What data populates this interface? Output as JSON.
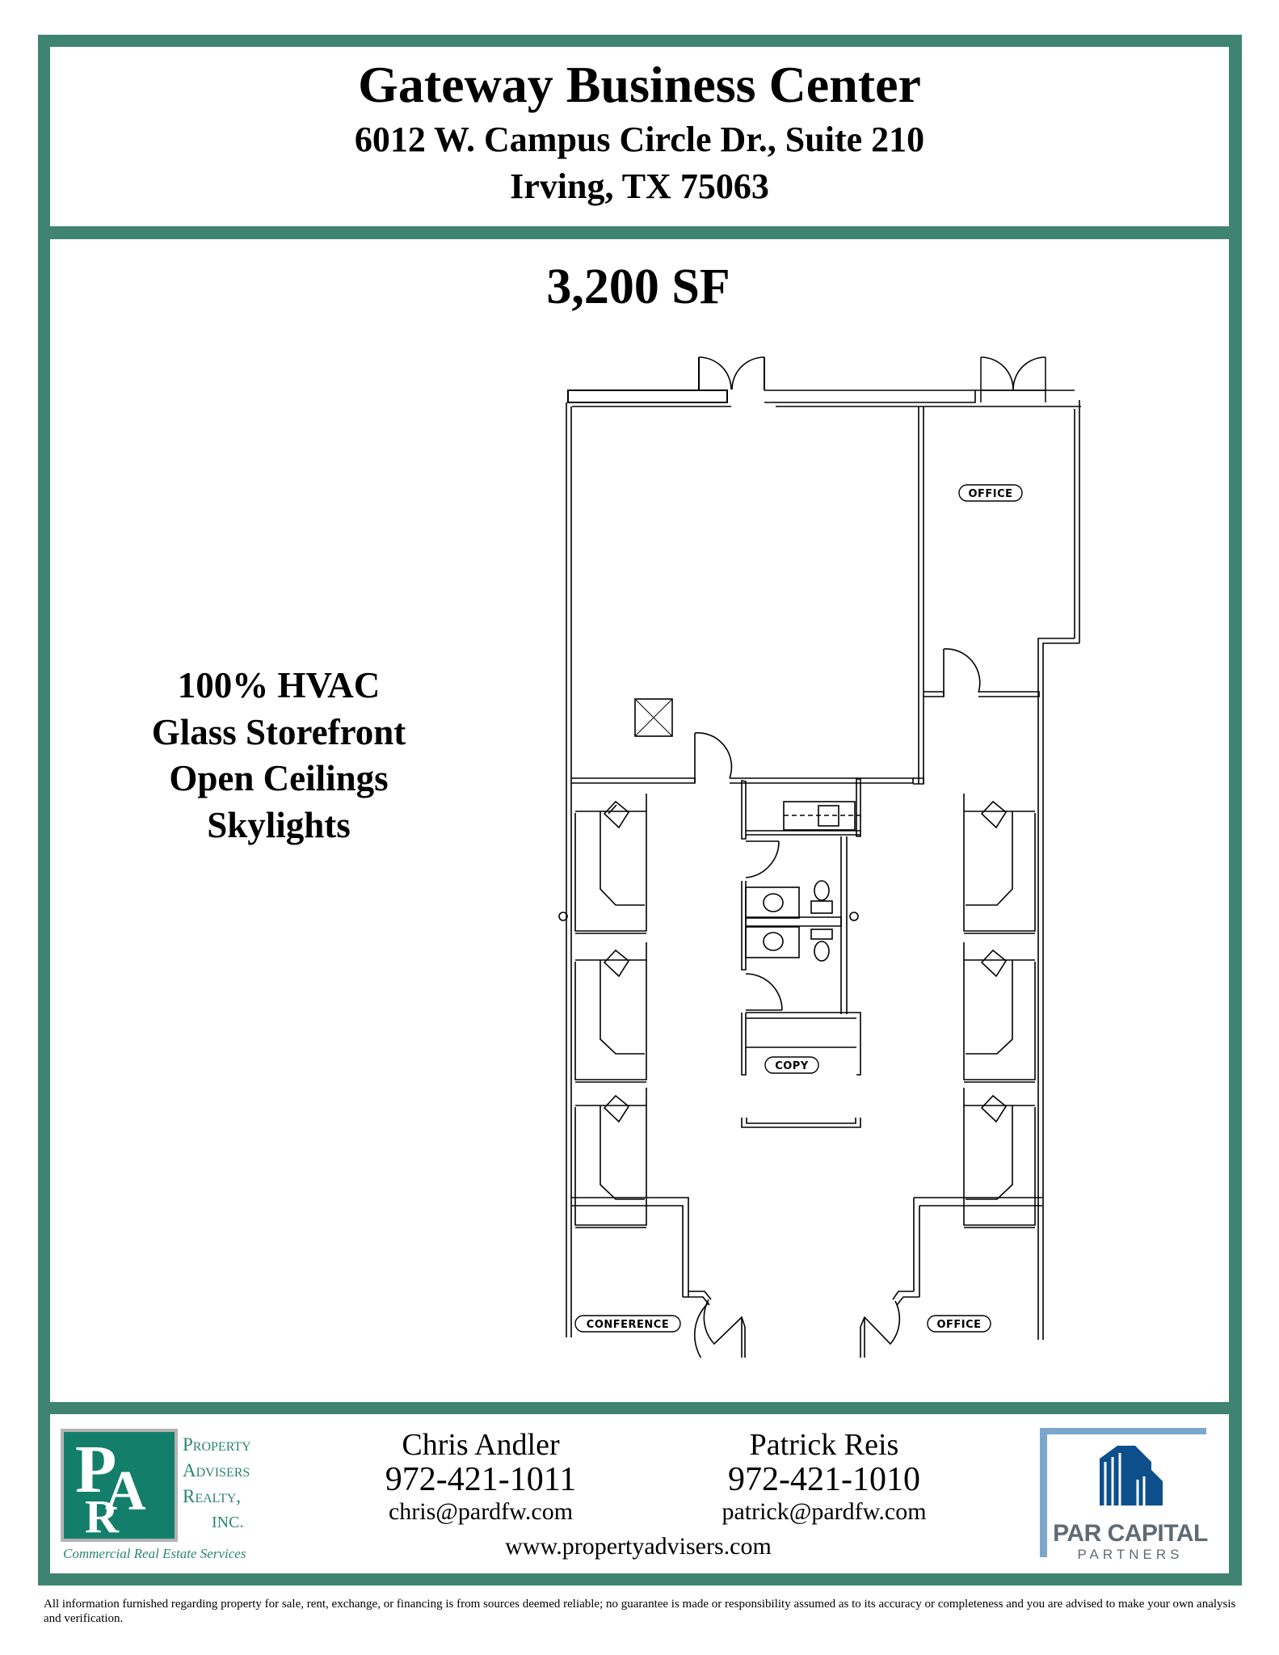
{
  "header": {
    "title": "Gateway Business Center",
    "address_line1": "6012 W. Campus Circle Dr., Suite 210",
    "address_line2": "Irving, TX 75063"
  },
  "listing": {
    "area": "3,200 SF",
    "features": [
      "100% HVAC",
      "Glass Storefront",
      "Open Ceilings",
      "Skylights"
    ]
  },
  "floor_plan": {
    "room_labels": {
      "office_top": "OFFICE",
      "copy": "COPY",
      "conference": "CONFERENCE",
      "office_bottom": "OFFICE"
    }
  },
  "footer": {
    "brokerage": {
      "logo_letters": "PAR",
      "name_lines": [
        "Property",
        "Advisers",
        "Realty,",
        "INC."
      ],
      "tagline": "Commercial Real Estate Services"
    },
    "contacts": [
      {
        "name": "Chris Andler",
        "phone": "972-421-1011",
        "email": "chris@pardfw.com"
      },
      {
        "name": "Patrick Reis",
        "phone": "972-421-1010",
        "email": "patrick@pardfw.com"
      }
    ],
    "website": "www.propertyadvisers.com",
    "partner": {
      "name": "PAR CAPITAL",
      "sub": "PARTNERS"
    }
  },
  "disclaimer": "All information furnished regarding property for sale, rent, exchange, or financing is from sources deemed reliable; no guarantee is made or responsibility assumed as to its accuracy or completeness and you are advised to make your own analysis and verification.",
  "colors": {
    "frame_green": "#3f8471",
    "brand_teal": "#2c8470",
    "partner_blue": "#0d4f8b",
    "partner_light_blue": "#7ba7cc",
    "partner_gray": "#606a72"
  }
}
